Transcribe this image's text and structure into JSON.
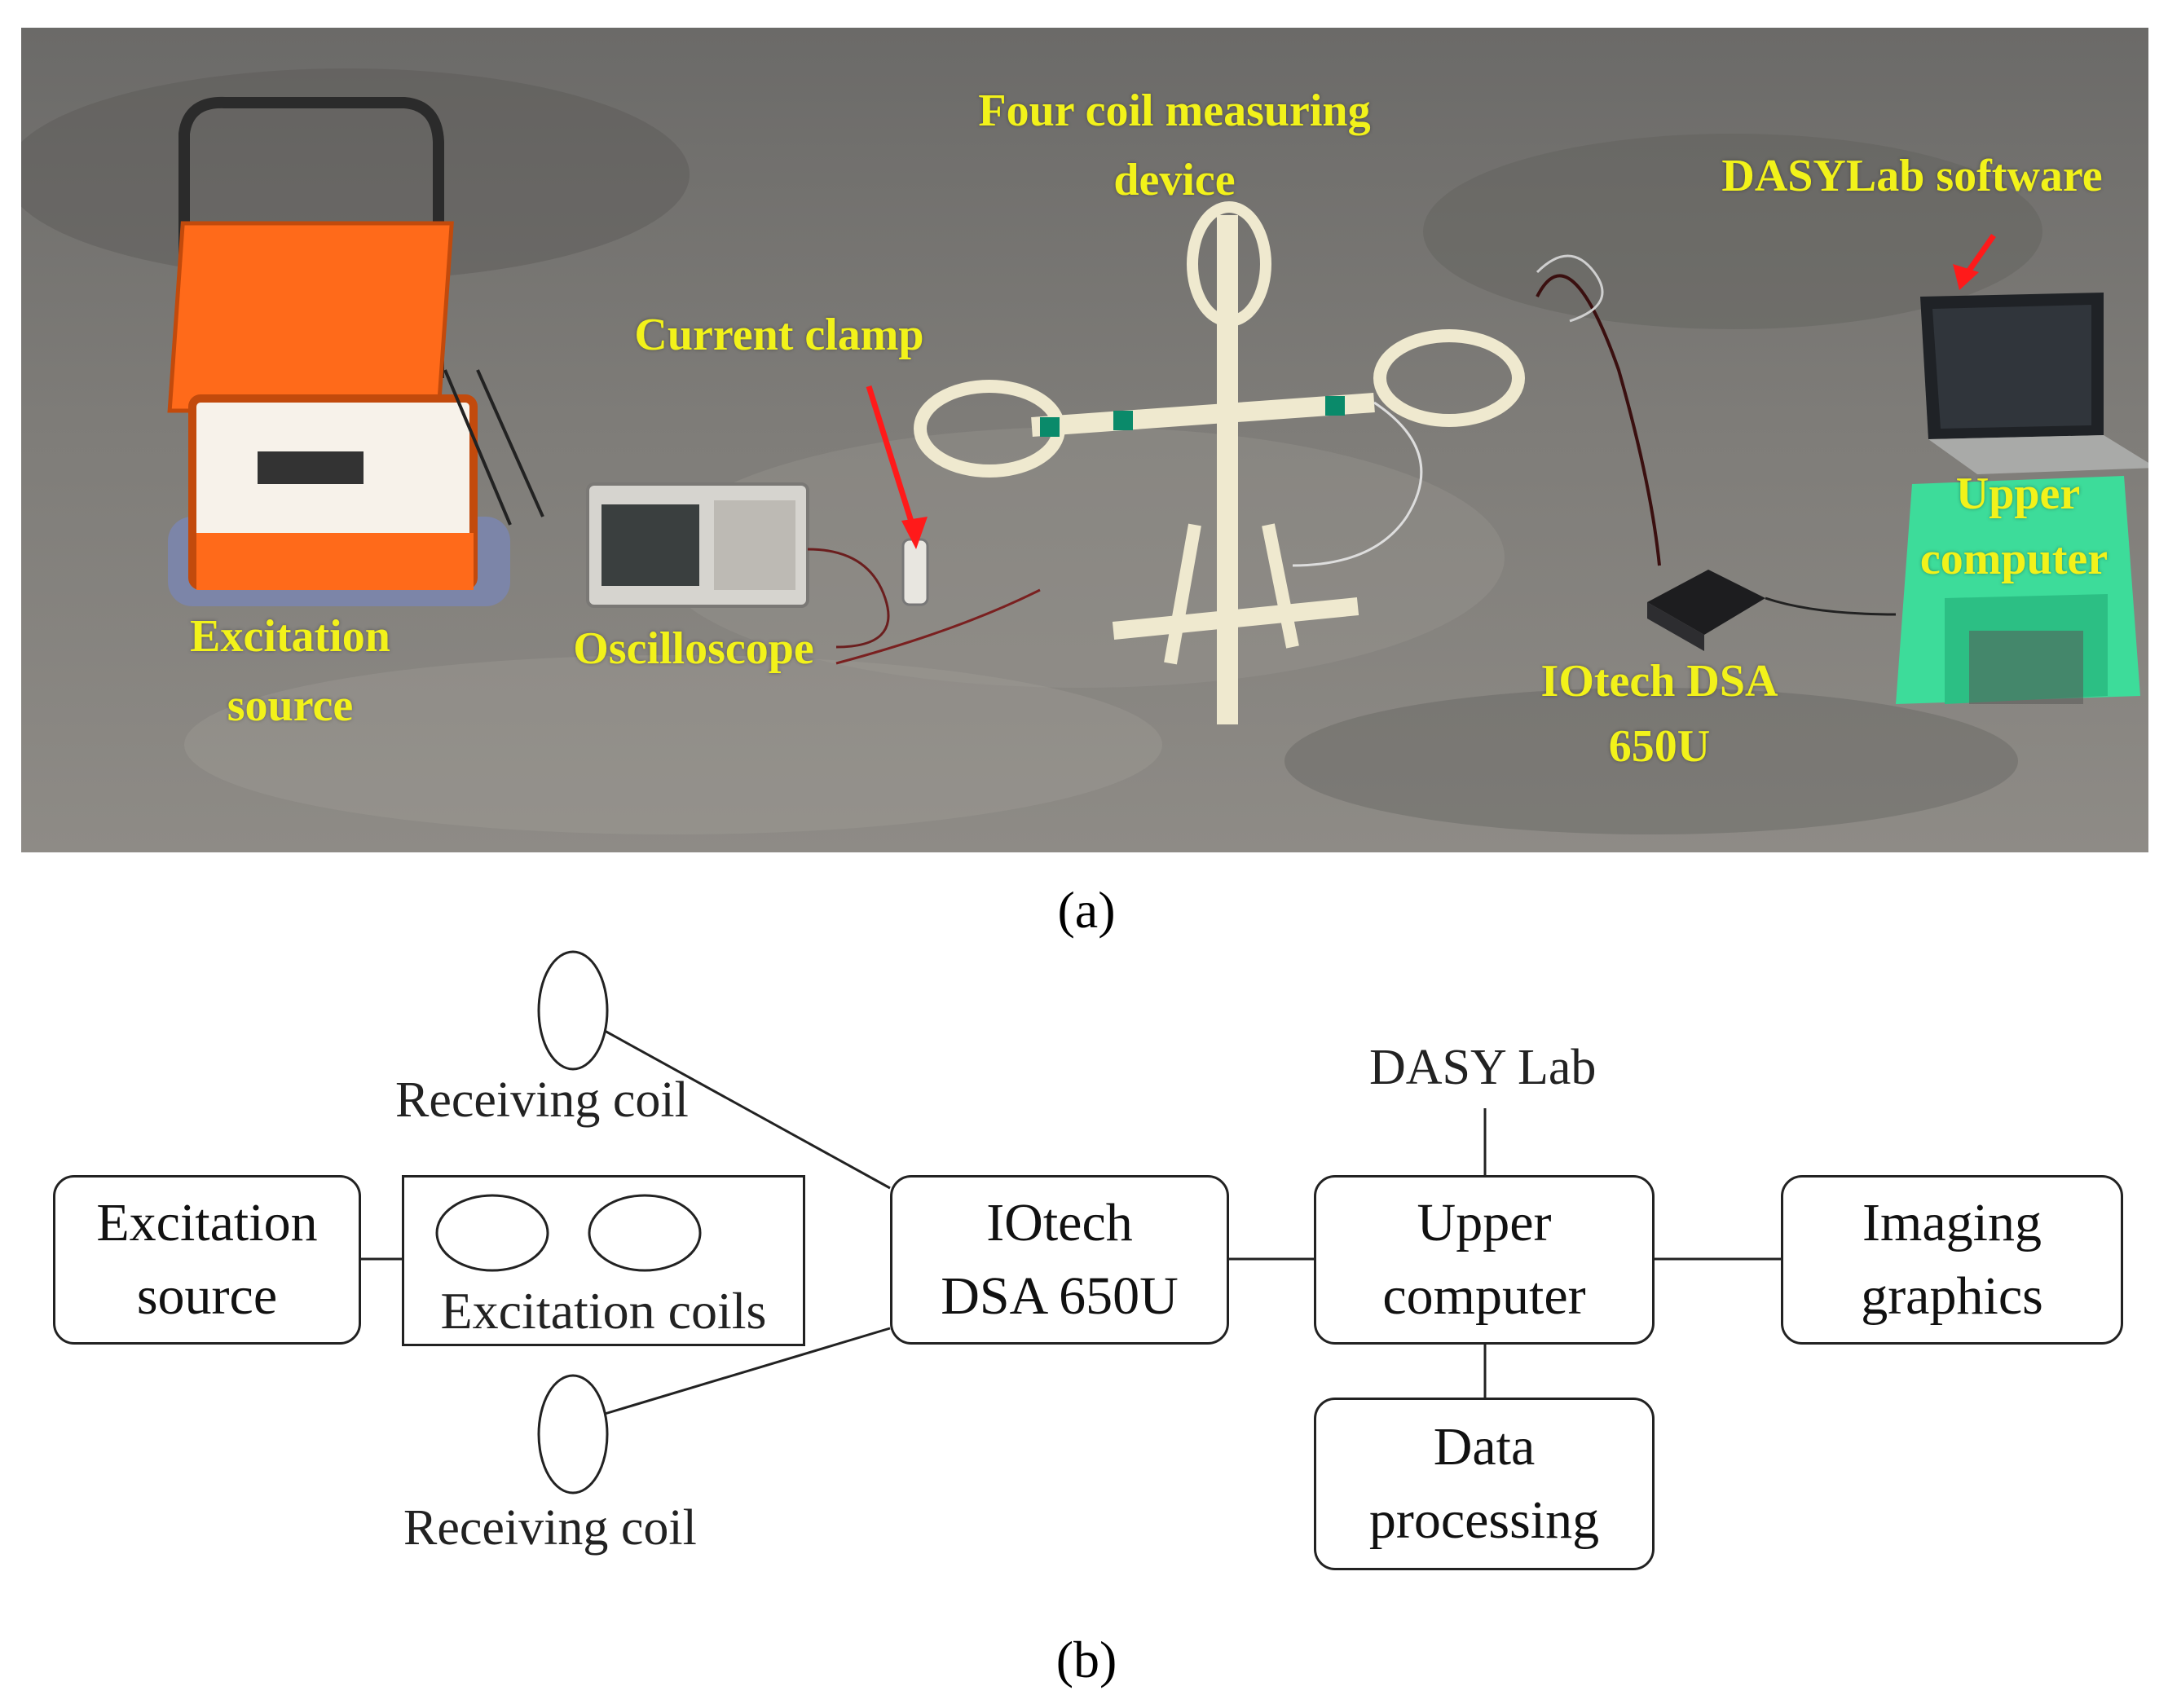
{
  "panel_a": {
    "labels": {
      "four_coil_line1": "Four coil measuring",
      "four_coil_line2": "device",
      "dasylab_software": "DASYLab software",
      "current_clamp": "Current clamp",
      "upper_computer_line1": "Upper",
      "upper_computer_line2": "computer",
      "excitation_source_line1": "Excitation",
      "excitation_source_line2": "source",
      "oscilloscope": "Oscilloscope",
      "iotech_line1": "IOtech DSA",
      "iotech_line2": "650U"
    },
    "caption": "(a)",
    "colors": {
      "label": "#f2f21a",
      "arrow": "#ff1a1a",
      "case": "#ff6a1a",
      "stool": "#3ddc9a"
    }
  },
  "panel_b": {
    "blocks": {
      "excitation_source": [
        "Excitation",
        "source"
      ],
      "iotech": [
        "IOtech",
        "DSA 650U"
      ],
      "upper_computer": [
        "Upper",
        "computer"
      ],
      "imaging_graphics": [
        "Imaging",
        "graphics"
      ],
      "data_processing": [
        "Data",
        "processing"
      ]
    },
    "excitation_coils": "Excitation coils",
    "receiving_coil_top": "Receiving coil",
    "receiving_coil_bottom": "Receiving coil",
    "dasylab": "DASY Lab",
    "caption": "(b)"
  }
}
